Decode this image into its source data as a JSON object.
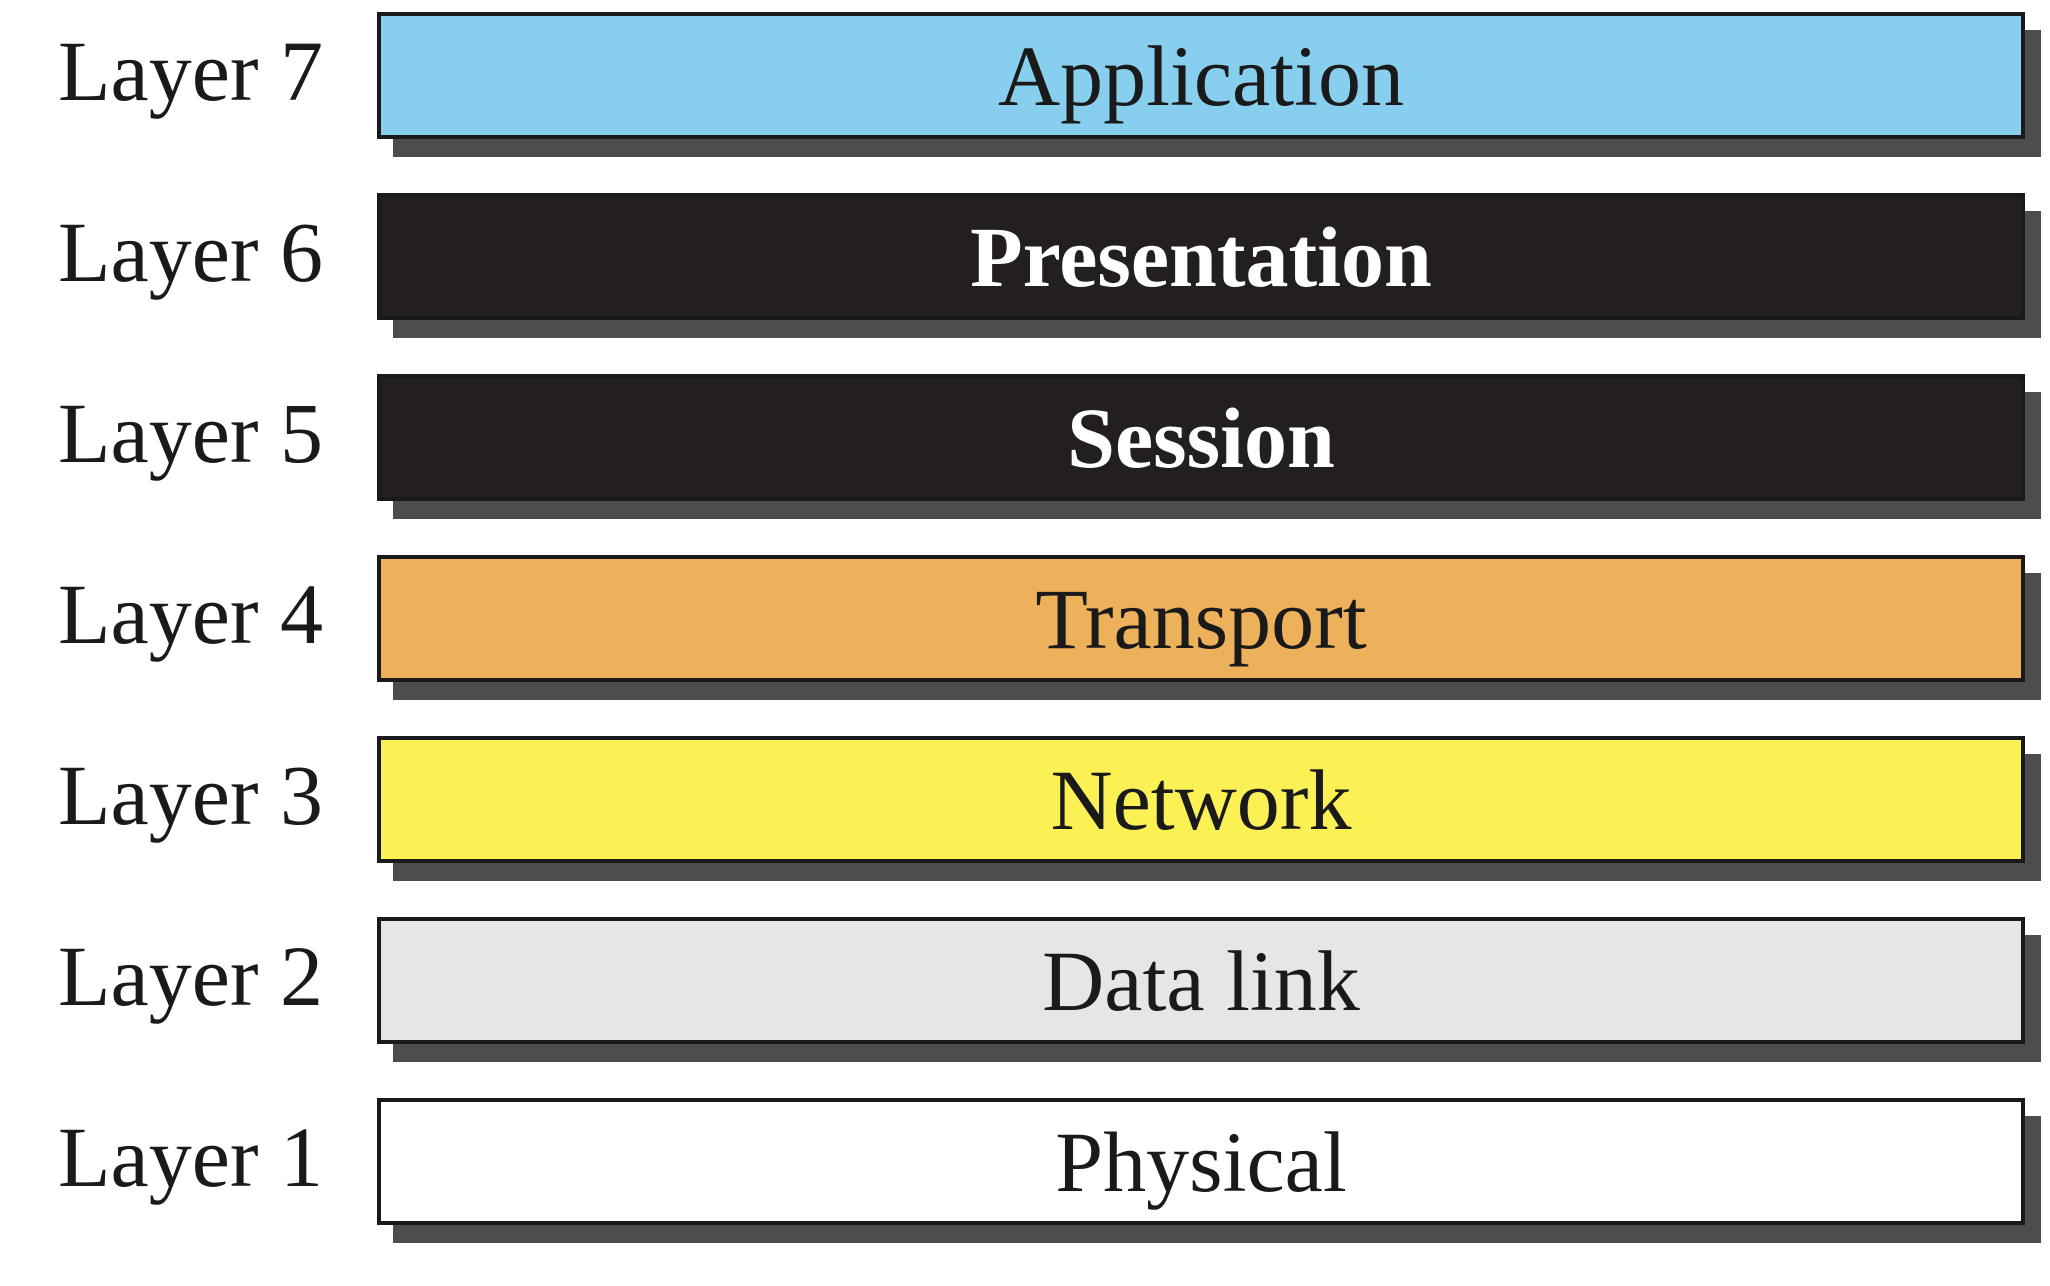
{
  "layers": [
    {
      "label": "Layer 7",
      "name": "Application",
      "fill": "#87ceef",
      "text_color": "#1a1a1a",
      "bold": false
    },
    {
      "label": "Layer 6",
      "name": "Presentation",
      "fill": "#231f20",
      "text_color": "#ffffff",
      "bold": true
    },
    {
      "label": "Layer 5",
      "name": "Session",
      "fill": "#231f20",
      "text_color": "#ffffff",
      "bold": true
    },
    {
      "label": "Layer 4",
      "name": "Transport",
      "fill": "#eeb15b",
      "text_color": "#1a1a1a",
      "bold": false
    },
    {
      "label": "Layer 3",
      "name": "Network",
      "fill": "#fbf155",
      "text_color": "#1a1a1a",
      "bold": false
    },
    {
      "label": "Layer 2",
      "name": "Data link",
      "fill": "#e6e6e6",
      "text_color": "#1a1a1a",
      "bold": false
    },
    {
      "label": "Layer 1",
      "name": "Physical",
      "fill": "#ffffff",
      "text_color": "#1a1a1a",
      "bold": false
    }
  ],
  "colors": {
    "border": "#1a1a1a",
    "shadow": "#4d4d4d"
  }
}
